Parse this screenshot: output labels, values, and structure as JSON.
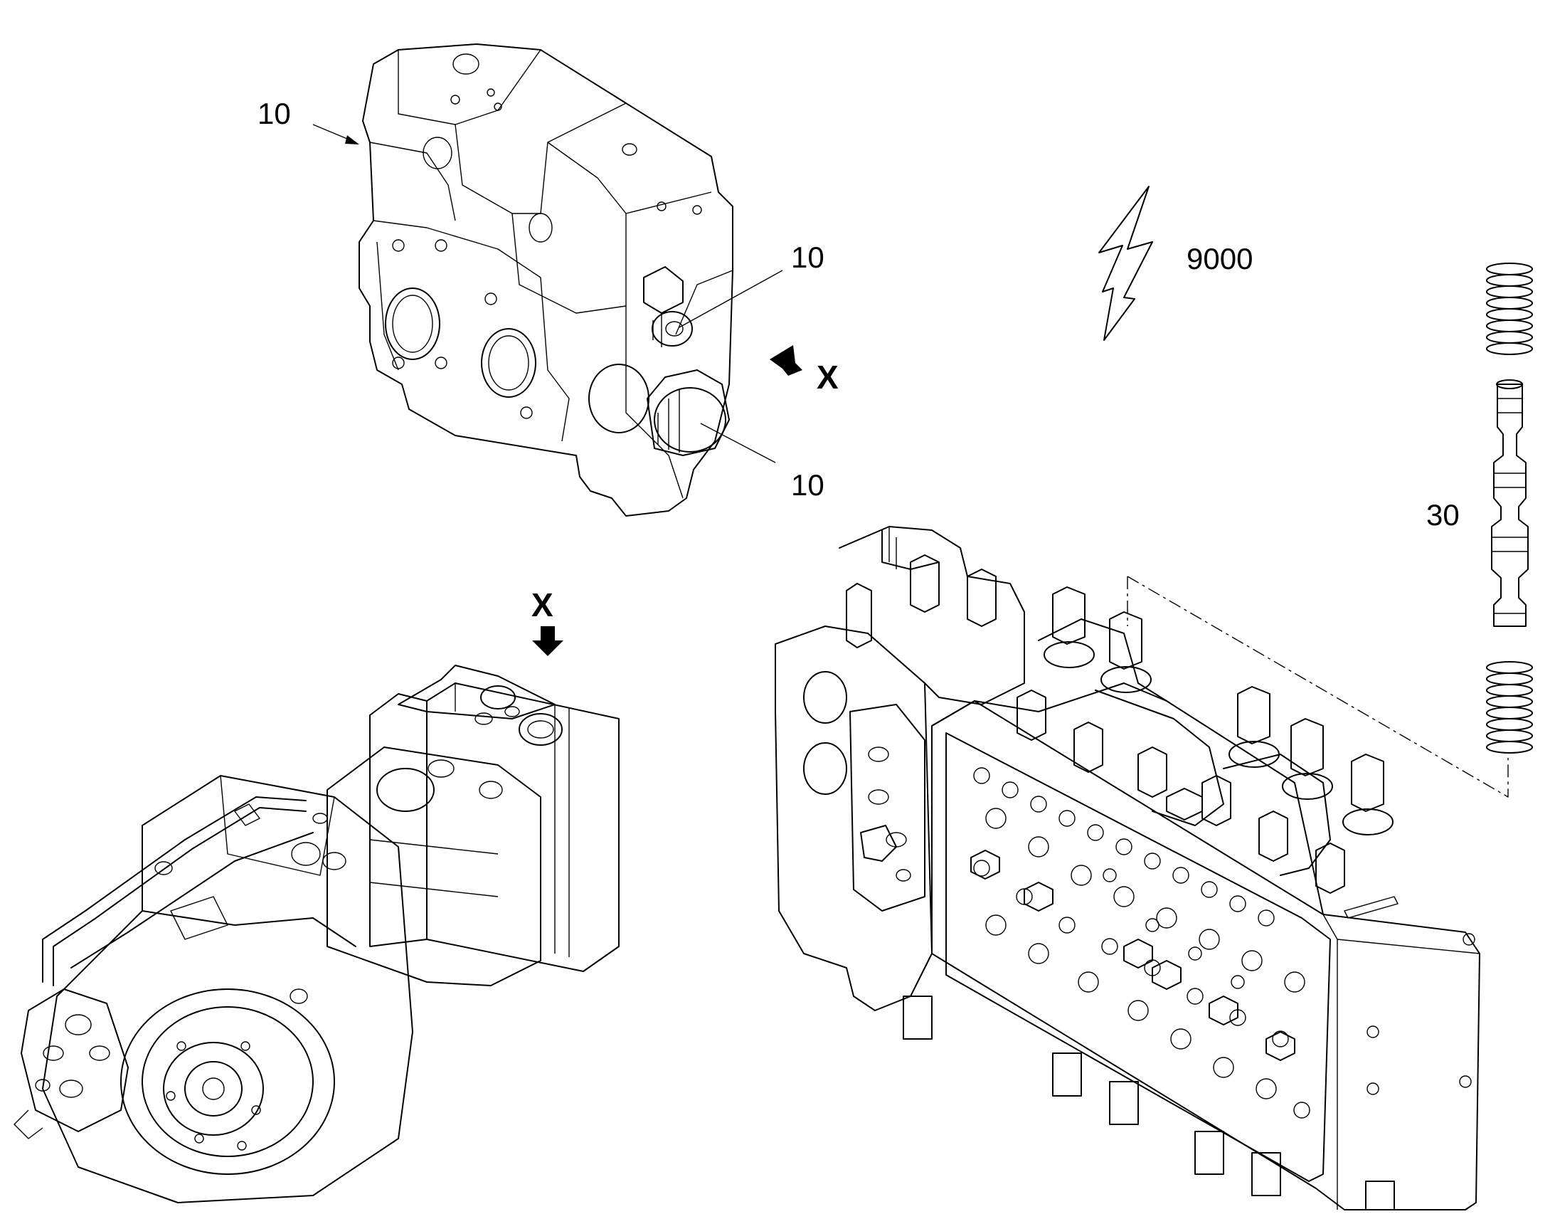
{
  "callouts": {
    "top_left_10": "10",
    "valve_10_a": "10",
    "valve_10_b": "10",
    "spool_30": "30",
    "ref_9000": "9000"
  },
  "view_markers": {
    "x_side": "X",
    "x_top": "X"
  },
  "icons": [
    "arrow-icon",
    "lightning-bolt-icon",
    "view-direction-arrow-icon",
    "spring-icon",
    "spool-icon"
  ],
  "colors": {
    "line": "#000000",
    "background": "#ffffff"
  }
}
